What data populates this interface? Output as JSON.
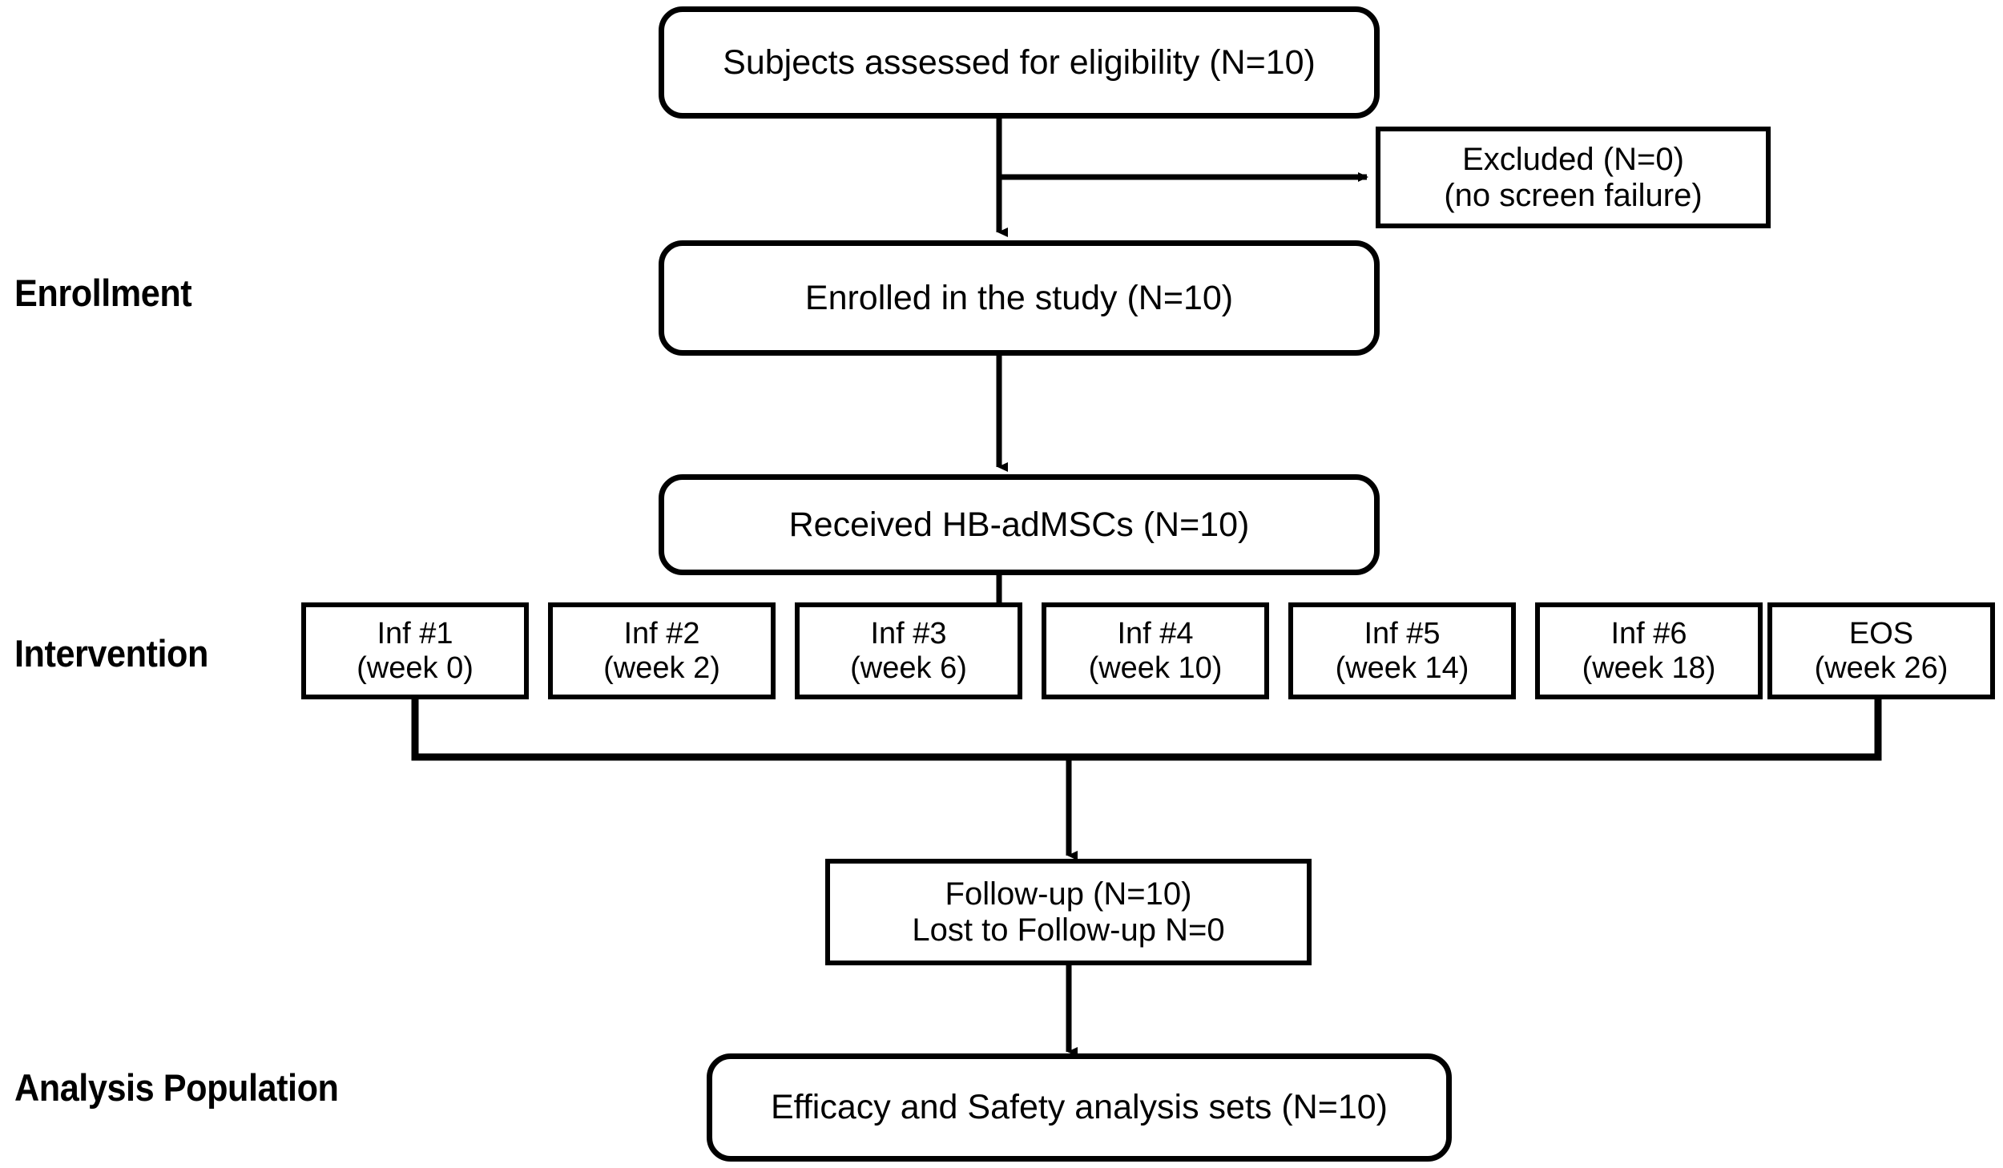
{
  "diagram": {
    "title": "CONSORT-style participant flow diagram",
    "colors": {
      "stroke": "#000000",
      "fill": "#ffffff",
      "text": "#000000"
    },
    "stage_labels": [
      {
        "id": "enrollment",
        "text": "Enrollment"
      },
      {
        "id": "intervention",
        "text": "Intervention"
      },
      {
        "id": "analysis",
        "text": "Analysis Population"
      }
    ],
    "nodes": {
      "eligibility": {
        "line1": "Subjects assessed for eligibility  (N=10)"
      },
      "excluded": {
        "line1": "Excluded (N=0)",
        "line2": "(no screen failure)"
      },
      "enrolled": {
        "line1": "Enrolled in the study (N=10)"
      },
      "received": {
        "line1": "Received HB-adMSCs (N=10)"
      },
      "followup": {
        "line1": "Follow-up  (N=10)",
        "line2": "Lost to Follow-up N=0"
      },
      "analysis_sets": {
        "line1": "Efficacy and Safety analysis sets (N=10)"
      }
    },
    "visits": [
      {
        "id": "inf1",
        "line1": "Inf #1",
        "line2": "(week 0)"
      },
      {
        "id": "inf2",
        "line1": "Inf #2",
        "line2": "(week 2)"
      },
      {
        "id": "inf3",
        "line1": "Inf #3",
        "line2": "(week 6)"
      },
      {
        "id": "inf4",
        "line1": "Inf #4",
        "line2": "(week 10)"
      },
      {
        "id": "inf5",
        "line1": "Inf #5",
        "line2": "(week 14)"
      },
      {
        "id": "inf6",
        "line1": "Inf #6",
        "line2": "(week 18)"
      },
      {
        "id": "eos",
        "line1": "EOS",
        "line2": "(week 26)"
      }
    ],
    "counts": {
      "assessed": 10,
      "excluded": 0,
      "enrolled": 10,
      "received": 10,
      "followed_up": 10,
      "lost_to_followup": 0,
      "analysis_sets": 10
    }
  }
}
